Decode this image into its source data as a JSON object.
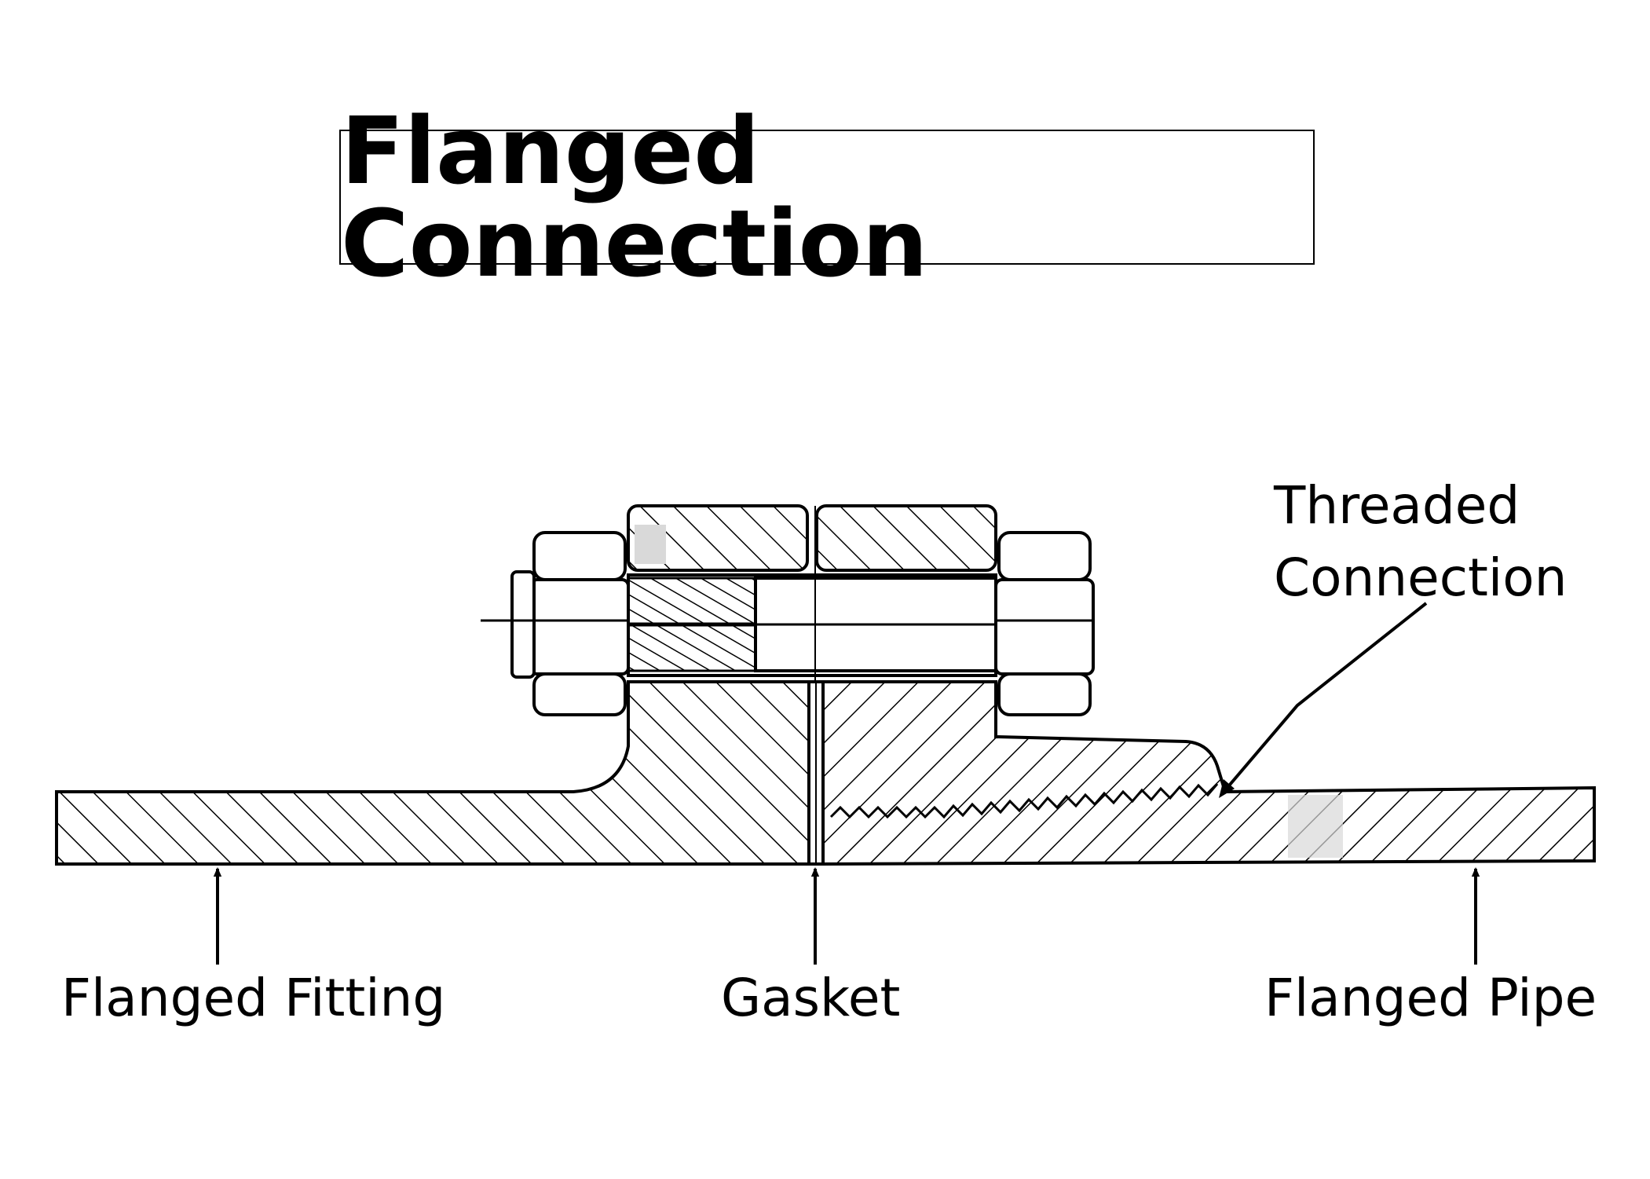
{
  "title": "Flanged Connection",
  "labels": {
    "flanged_fitting": "Flanged Fitting",
    "gasket": "Gasket",
    "flanged_pipe": "Flanged Pipe",
    "threaded_connection_line1": "Threaded",
    "threaded_connection_line2": "Connection"
  },
  "colors": {
    "line": "#000000",
    "background": "#ffffff",
    "highlight": "#d9d9d9"
  }
}
